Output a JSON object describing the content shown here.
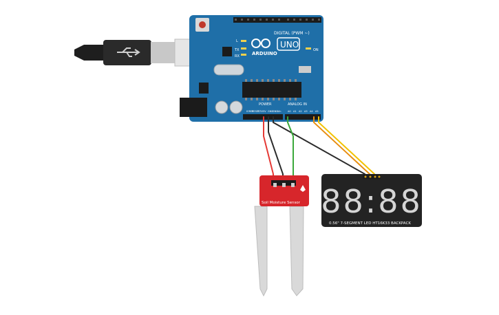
{
  "arduino": {
    "digital_label": "DIGITAL (PWM ~)",
    "brand": "ARDUINO",
    "model": "UNO",
    "on_label": "ON",
    "tx_label": "TX",
    "rx_label": "RX",
    "l_label": "L",
    "power_label": "POWER",
    "analog_label": "ANALOG IN",
    "power_pins": [
      "IOREF",
      "RESET",
      "3.3V",
      "5V",
      "GND",
      "GND",
      "Vin"
    ],
    "analog_pins": [
      "A0",
      "A1",
      "A2",
      "A3",
      "A4",
      "A5"
    ]
  },
  "sensor": {
    "title": "Soil Moisture Sensor"
  },
  "display": {
    "digits": "88:88",
    "label": "0.56\" 7-SEGMENT LED HT16K33 BACKPACK"
  },
  "colors": {
    "board": "#1f6fa8",
    "sensor": "#d7262b",
    "display": "#232323",
    "wire_red": "#e53935",
    "wire_black": "#2b2b2b",
    "wire_green": "#3aa83a",
    "wire_orange": "#e88e10",
    "wire_yellow": "#f2c200"
  }
}
